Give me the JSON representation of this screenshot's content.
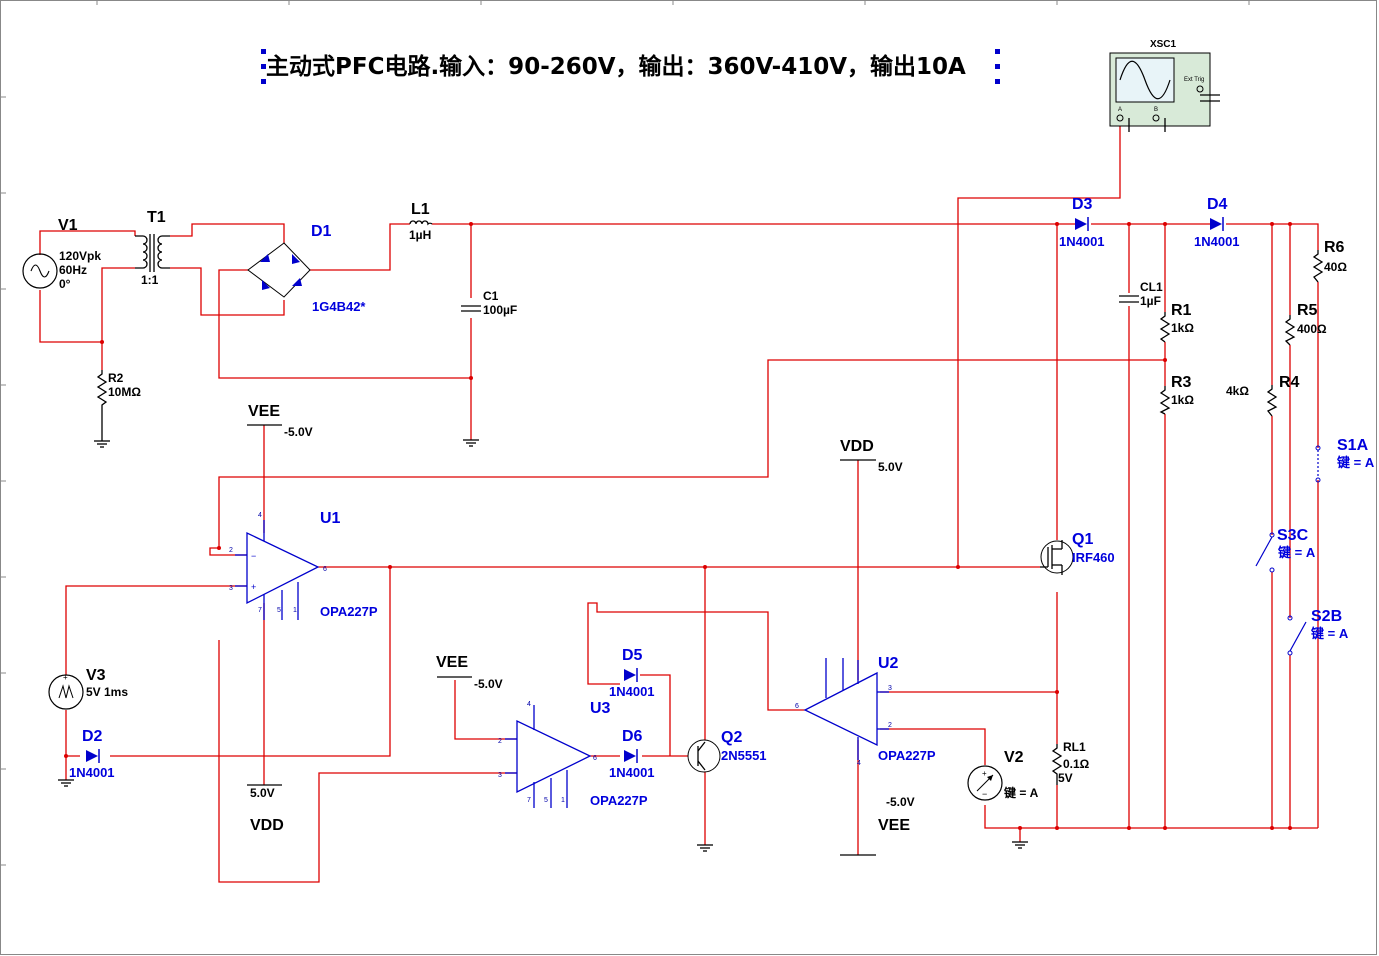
{
  "title": "主动式PFC电路.输入：90-260V，输出：360V-410V，输出10A",
  "scope": {
    "name": "XSC1",
    "ext_trig": "Ext Trig",
    "ch_a": "A",
    "ch_b": "B"
  },
  "components": {
    "V1": {
      "ref": "V1",
      "v1": "120Vpk",
      "v2": "60Hz",
      "v3": "0°"
    },
    "T1": {
      "ref": "T1",
      "ratio": "1:1"
    },
    "D1": {
      "ref": "D1",
      "model": "1G4B42*"
    },
    "L1": {
      "ref": "L1",
      "value": "1µH"
    },
    "C1": {
      "ref": "C1",
      "value": "100µF"
    },
    "R2": {
      "ref": "R2",
      "value": "10MΩ"
    },
    "D3": {
      "ref": "D3",
      "model": "1N4001"
    },
    "D4": {
      "ref": "D4",
      "model": "1N4001"
    },
    "CL1": {
      "ref": "CL1",
      "value": "1µF"
    },
    "R1": {
      "ref": "R1",
      "value": "1kΩ"
    },
    "R3": {
      "ref": "R3",
      "value": "1kΩ"
    },
    "R4": {
      "ref": "R4",
      "value": "4kΩ"
    },
    "R5": {
      "ref": "R5",
      "value": "400Ω"
    },
    "R6": {
      "ref": "R6",
      "value": "40Ω"
    },
    "S1A": {
      "ref": "S1A",
      "key": "键 = A"
    },
    "S3C": {
      "ref": "S3C",
      "key": "键 = A"
    },
    "S2B": {
      "ref": "S2B",
      "key": "键 = A"
    },
    "U1": {
      "ref": "U1",
      "model": "OPA227P"
    },
    "U2": {
      "ref": "U2",
      "model": "OPA227P"
    },
    "U3": {
      "ref": "U3",
      "model": "OPA227P"
    },
    "Q1": {
      "ref": "Q1",
      "model": "IRF460"
    },
    "Q2": {
      "ref": "Q2",
      "model": "2N5551"
    },
    "V3": {
      "ref": "V3",
      "value": "5V 1ms"
    },
    "V2": {
      "ref": "V2",
      "key": "键 = A"
    },
    "D2": {
      "ref": "D2",
      "model": "1N4001"
    },
    "D5": {
      "ref": "D5",
      "model": "1N4001"
    },
    "D6": {
      "ref": "D6",
      "model": "1N4001"
    },
    "RL1": {
      "ref": "RL1",
      "value": "0.1Ω",
      "rating": "5V"
    }
  },
  "rails": {
    "vee1": {
      "name": "VEE",
      "value": "-5.0V"
    },
    "vdd1": {
      "name": "VDD",
      "value": "5.0V"
    },
    "vee2": {
      "name": "VEE",
      "value": "-5.0V"
    },
    "vdd2": {
      "name": "VDD",
      "value": "5.0V"
    },
    "vee3": {
      "name": "VEE",
      "value": "-5.0V"
    }
  },
  "pins": {
    "p2": "2",
    "p3": "3",
    "p4": "4",
    "p5": "5",
    "p6": "6",
    "p7": "7",
    "p1": "1"
  }
}
